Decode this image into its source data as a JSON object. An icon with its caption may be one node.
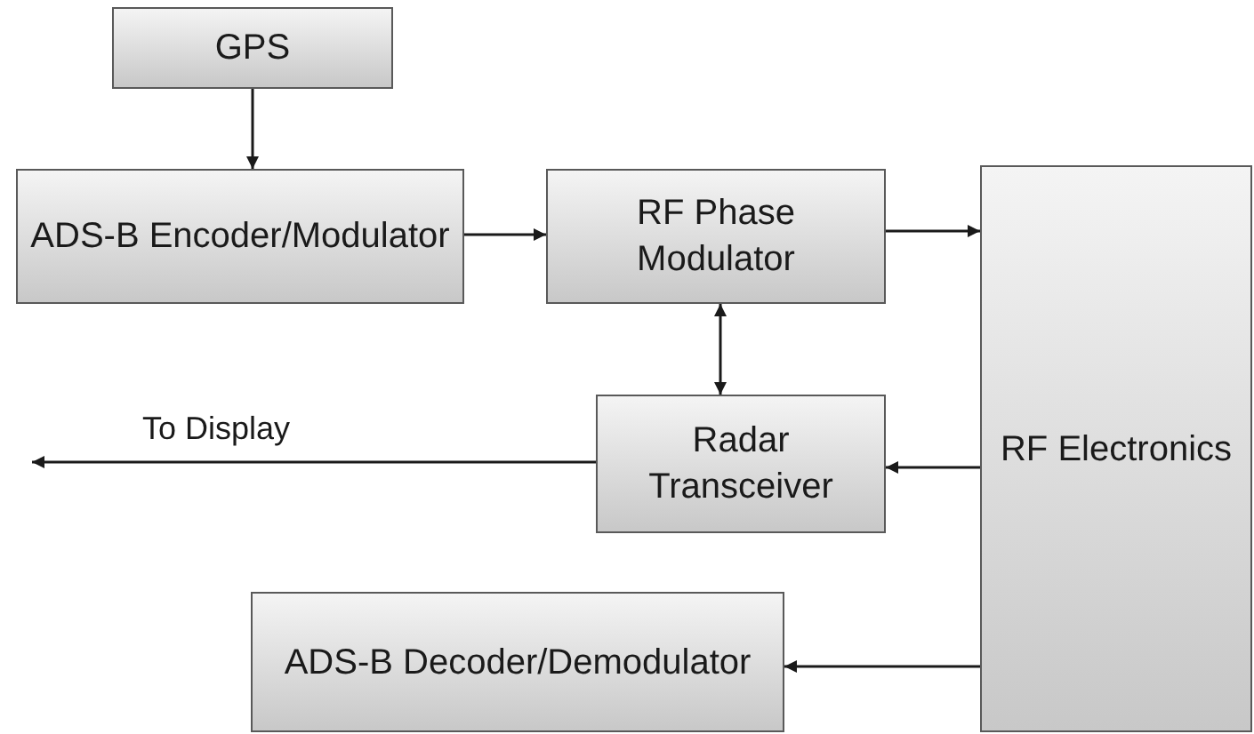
{
  "diagram": {
    "nodes": [
      {
        "text": [
          "GPS"
        ]
      },
      {
        "text": [
          "ADS-B Encoder/Modulator"
        ]
      },
      {
        "text": [
          "RF Phase Modulator"
        ]
      },
      {
        "text": [
          "RF Electronics"
        ]
      },
      {
        "text": [
          "Radar Transceiver"
        ]
      },
      {
        "text": [
          "ADS-B Decoder/Demodulator"
        ]
      }
    ],
    "edges": [
      {
        "from": 0,
        "to": 1,
        "arrow": "to"
      },
      {
        "from": 1,
        "to": 2,
        "arrow": "to"
      },
      {
        "from": 2,
        "to": 3,
        "arrow": "to"
      },
      {
        "from": 2,
        "to": 4,
        "arrow": "both"
      },
      {
        "from": 3,
        "to": 4,
        "arrow": "to"
      },
      {
        "from": 4,
        "to": null,
        "arrow": "to",
        "label": "To Display"
      },
      {
        "from": 3,
        "to": 5,
        "arrow": "to"
      }
    ]
  }
}
